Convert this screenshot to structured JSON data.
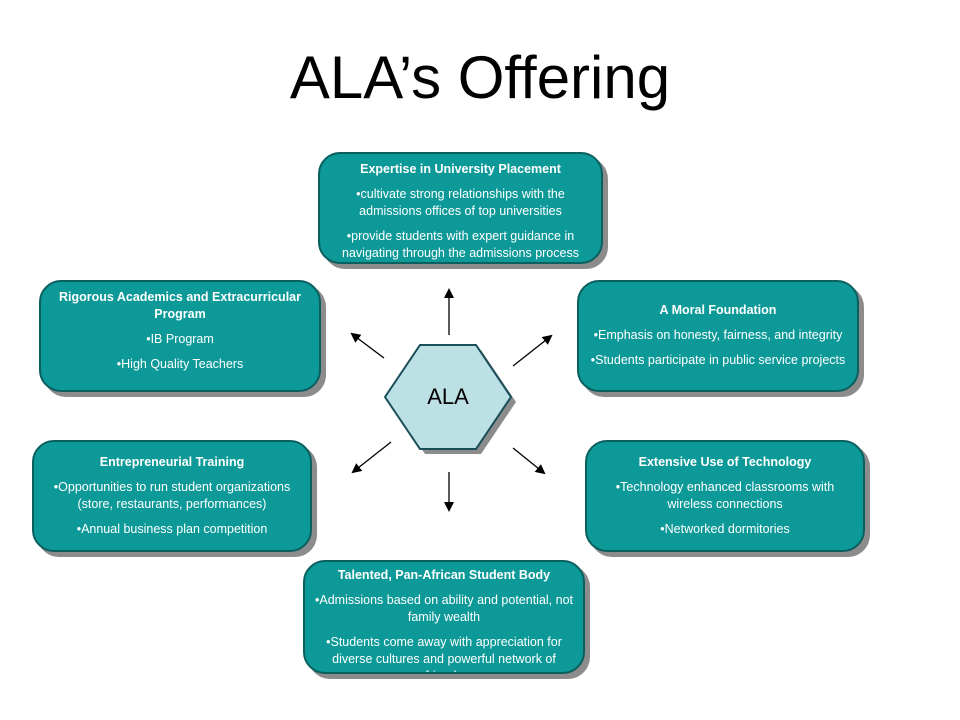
{
  "slide": {
    "title": "ALA’s Offering"
  },
  "center": {
    "label": "ALA"
  },
  "colors": {
    "box_fill": "#0e9999",
    "box_border": "#0a5f5f",
    "hex_fill": "#bde0e4",
    "arrow": "#000000"
  },
  "boxes": {
    "top": {
      "heading": "Expertise in University Placement",
      "bullets": [
        "•cultivate strong relationships with the admissions offices of top universities",
        "•provide students with expert guidance in navigating through the admissions process"
      ]
    },
    "upper_left": {
      "heading": "Rigorous Academics and Extracurricular Program",
      "bullets": [
        "•IB Program",
        "•High Quality Teachers"
      ]
    },
    "upper_right": {
      "heading": "A Moral Foundation",
      "bullets": [
        "•Emphasis on honesty, fairness, and integrity",
        "•Students participate in public service projects"
      ]
    },
    "lower_left": {
      "heading": "Entrepreneurial Training",
      "bullets": [
        "•Opportunities to run student organizations (store, restaurants, performances)",
        "•Annual business plan competition"
      ]
    },
    "lower_right": {
      "heading": "Extensive Use of Technology",
      "bullets": [
        "•Technology enhanced classrooms with wireless connections",
        "•Networked dormitories"
      ]
    },
    "bottom": {
      "heading": "Talented, Pan-African Student Body",
      "bullets": [
        "•Admissions based on ability and potential, not family wealth",
        "•Students come away with appreciation for diverse cultures and powerful network of friends"
      ]
    }
  }
}
